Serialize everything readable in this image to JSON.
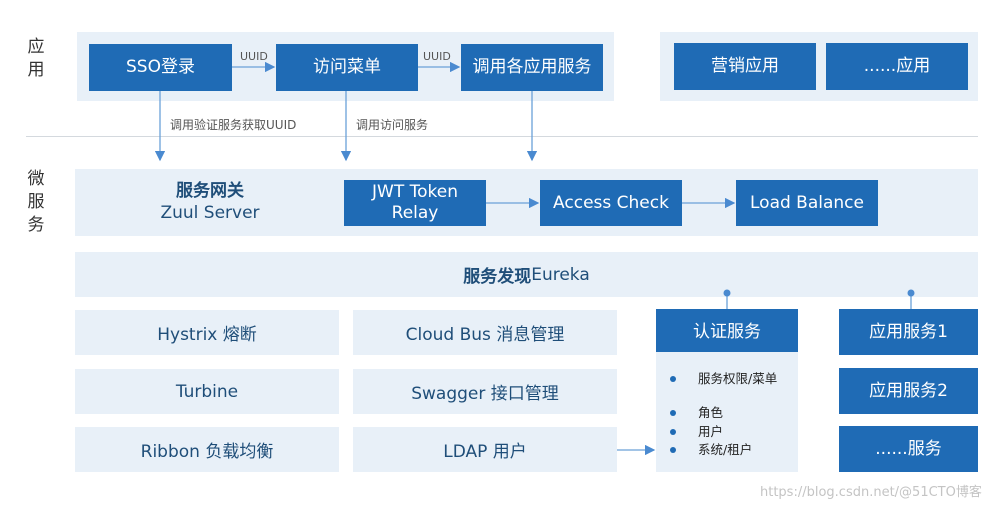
{
  "labels": {
    "app": [
      "应",
      "用"
    ],
    "micro": [
      "微",
      "服",
      "务"
    ]
  },
  "app_layer": {
    "sso": "SSO登录",
    "menu": "访问菜单",
    "call": "调用各应用服务",
    "marketing": "营销应用",
    "more_apps": "......应用",
    "uuid_1": "UUID",
    "uuid_2": "UUID",
    "note_uuid": "调用验证服务获取UUID",
    "note_access": "调用访问服务"
  },
  "gateway": {
    "title": "服务网关",
    "subtitle": "Zuul Server",
    "jwt": "JWT Token Relay",
    "access_check": "Access Check",
    "load_balance": "Load Balance"
  },
  "discovery": {
    "title_bold": "服务发现",
    "title_rest": " Eureka"
  },
  "components": {
    "hystrix": "Hystrix 熔断",
    "cloud_bus": "Cloud Bus 消息管理",
    "turbine": "Turbine",
    "swagger": "Swagger 接口管理",
    "ribbon": "Ribbon 负载均衡",
    "ldap": "LDAP 用户"
  },
  "auth": {
    "title": "认证服务",
    "items": [
      "服务权限/菜单",
      "角色",
      "用户",
      "系统/租户"
    ]
  },
  "services": {
    "svc1": "应用服务1",
    "svc2": "应用服务2",
    "more": "......服务"
  },
  "watermark": "https://blog.csdn.net/@51CTO博客"
}
